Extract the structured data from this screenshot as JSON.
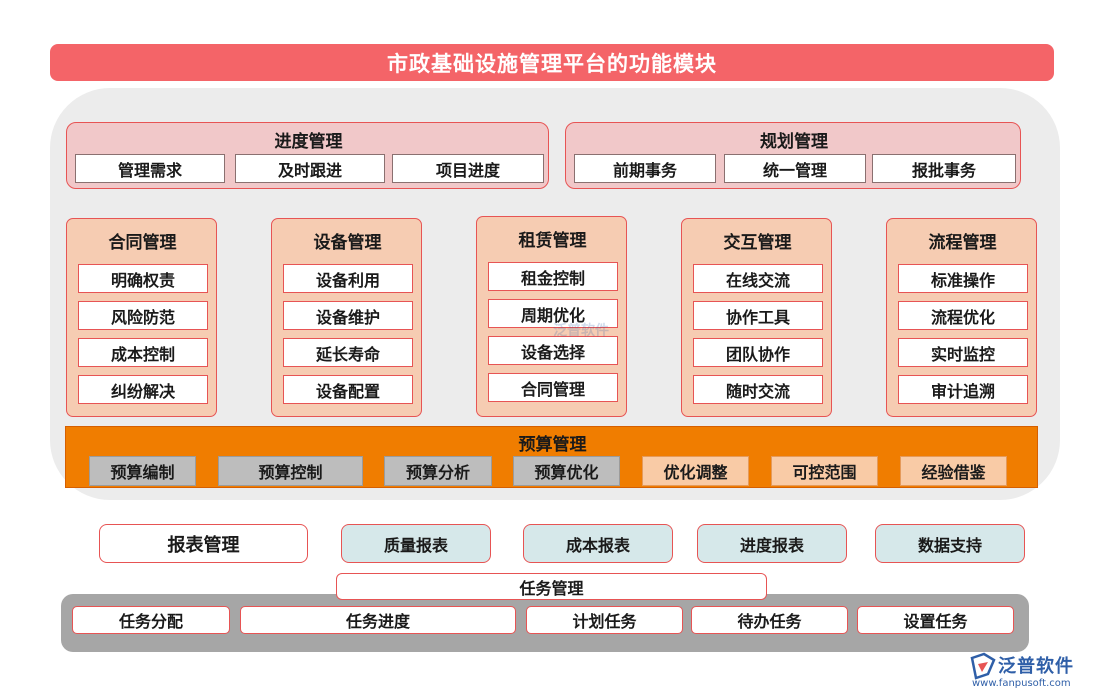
{
  "title": "市政基础设施管理平台的功能模块",
  "progress_group": {
    "title": "进度管理",
    "items": [
      "管理需求",
      "及时跟进",
      "项目进度"
    ]
  },
  "planning_group": {
    "title": "规划管理",
    "items": [
      "前期事务",
      "统一管理",
      "报批事务"
    ]
  },
  "columns": [
    {
      "title": "合同管理",
      "items": [
        "明确权责",
        "风险防范",
        "成本控制",
        "纠纷解决"
      ]
    },
    {
      "title": "设备管理",
      "items": [
        "设备利用",
        "设备维护",
        "延长寿命",
        "设备配置"
      ]
    },
    {
      "title": "租赁管理",
      "items": [
        "租金控制",
        "周期优化",
        "设备选择",
        "合同管理"
      ]
    },
    {
      "title": "交互管理",
      "items": [
        "在线交流",
        "协作工具",
        "团队协作",
        "随时交流"
      ]
    },
    {
      "title": "流程管理",
      "items": [
        "标准操作",
        "流程优化",
        "实时监控",
        "审计追溯"
      ]
    }
  ],
  "budget": {
    "title": "预算管理",
    "items": [
      "预算编制",
      "预算控制",
      "预算分析",
      "预算优化",
      "优化调整",
      "可控范围",
      "经验借鉴"
    ]
  },
  "reports": {
    "title": "报表管理",
    "items": [
      "质量报表",
      "成本报表",
      "进度报表",
      "数据支持"
    ]
  },
  "tasks": {
    "title": "任务管理",
    "items": [
      "任务分配",
      "任务进度",
      "计划任务",
      "待办任务",
      "设置任务"
    ]
  },
  "logo": {
    "name": "泛普软件",
    "url": "www.fanpusoft.com"
  },
  "colors": {
    "title_bar": "#f46468",
    "border_red": "#e75454",
    "pink": "#f1c8c9",
    "peach": "#f6ccb2",
    "budget_orange": "#f07d00",
    "report_blue": "#d6e8ea",
    "task_grey": "#a6a6a6"
  }
}
